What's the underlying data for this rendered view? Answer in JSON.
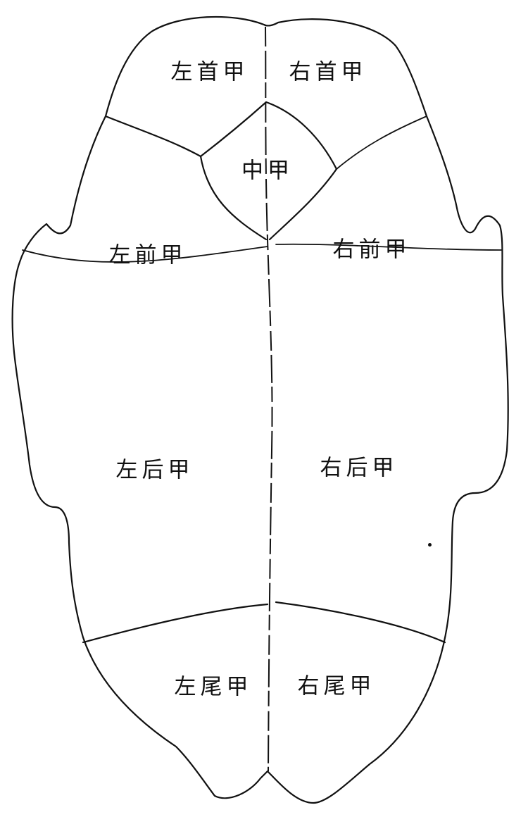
{
  "plates": {
    "left_head": "左首甲",
    "right_head": "右首甲",
    "middle": "中甲",
    "left_front": "左前甲",
    "right_front": "右前甲",
    "left_rear": "左后甲",
    "right_rear": "右后甲",
    "left_tail": "左尾甲",
    "right_tail": "右尾甲"
  },
  "colors": {
    "line": "#111111",
    "background": "#ffffff"
  }
}
